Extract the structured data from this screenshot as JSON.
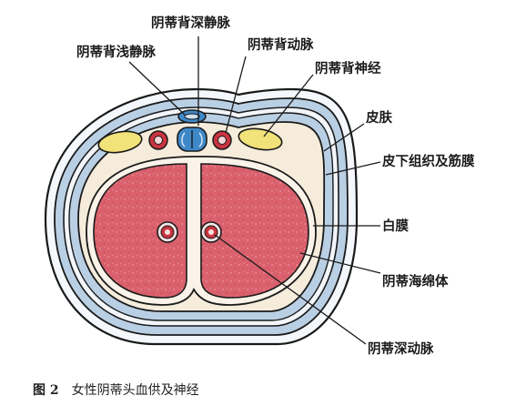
{
  "labels": {
    "superficial_dorsal_vein": "阴蒂背浅静脉",
    "deep_dorsal_vein": "阴蒂背深静脉",
    "dorsal_artery": "阴蒂背动脉",
    "dorsal_nerve": "阴蒂背神经",
    "skin": "皮肤",
    "subcutaneous_fascia": "皮下组织及筋膜",
    "tunica_albuginea": "白膜",
    "corpus_cavernosum": "阴蒂海绵体",
    "deep_artery": "阴蒂深动脉"
  },
  "caption": {
    "figure_number": "图 2",
    "text": "女性阴蒂头血供及神经"
  },
  "colors": {
    "outline": "#1a1a1a",
    "fascia_blue": "#b9cfe4",
    "tissue_cream": "#f5ecdc",
    "cavernosum_red": "#d9606c",
    "cavernosum_speckle": "#e58b93",
    "vein_blue": "#3f88c8",
    "nerve_yellow": "#f2e27a",
    "artery_red": "#c8343f"
  }
}
